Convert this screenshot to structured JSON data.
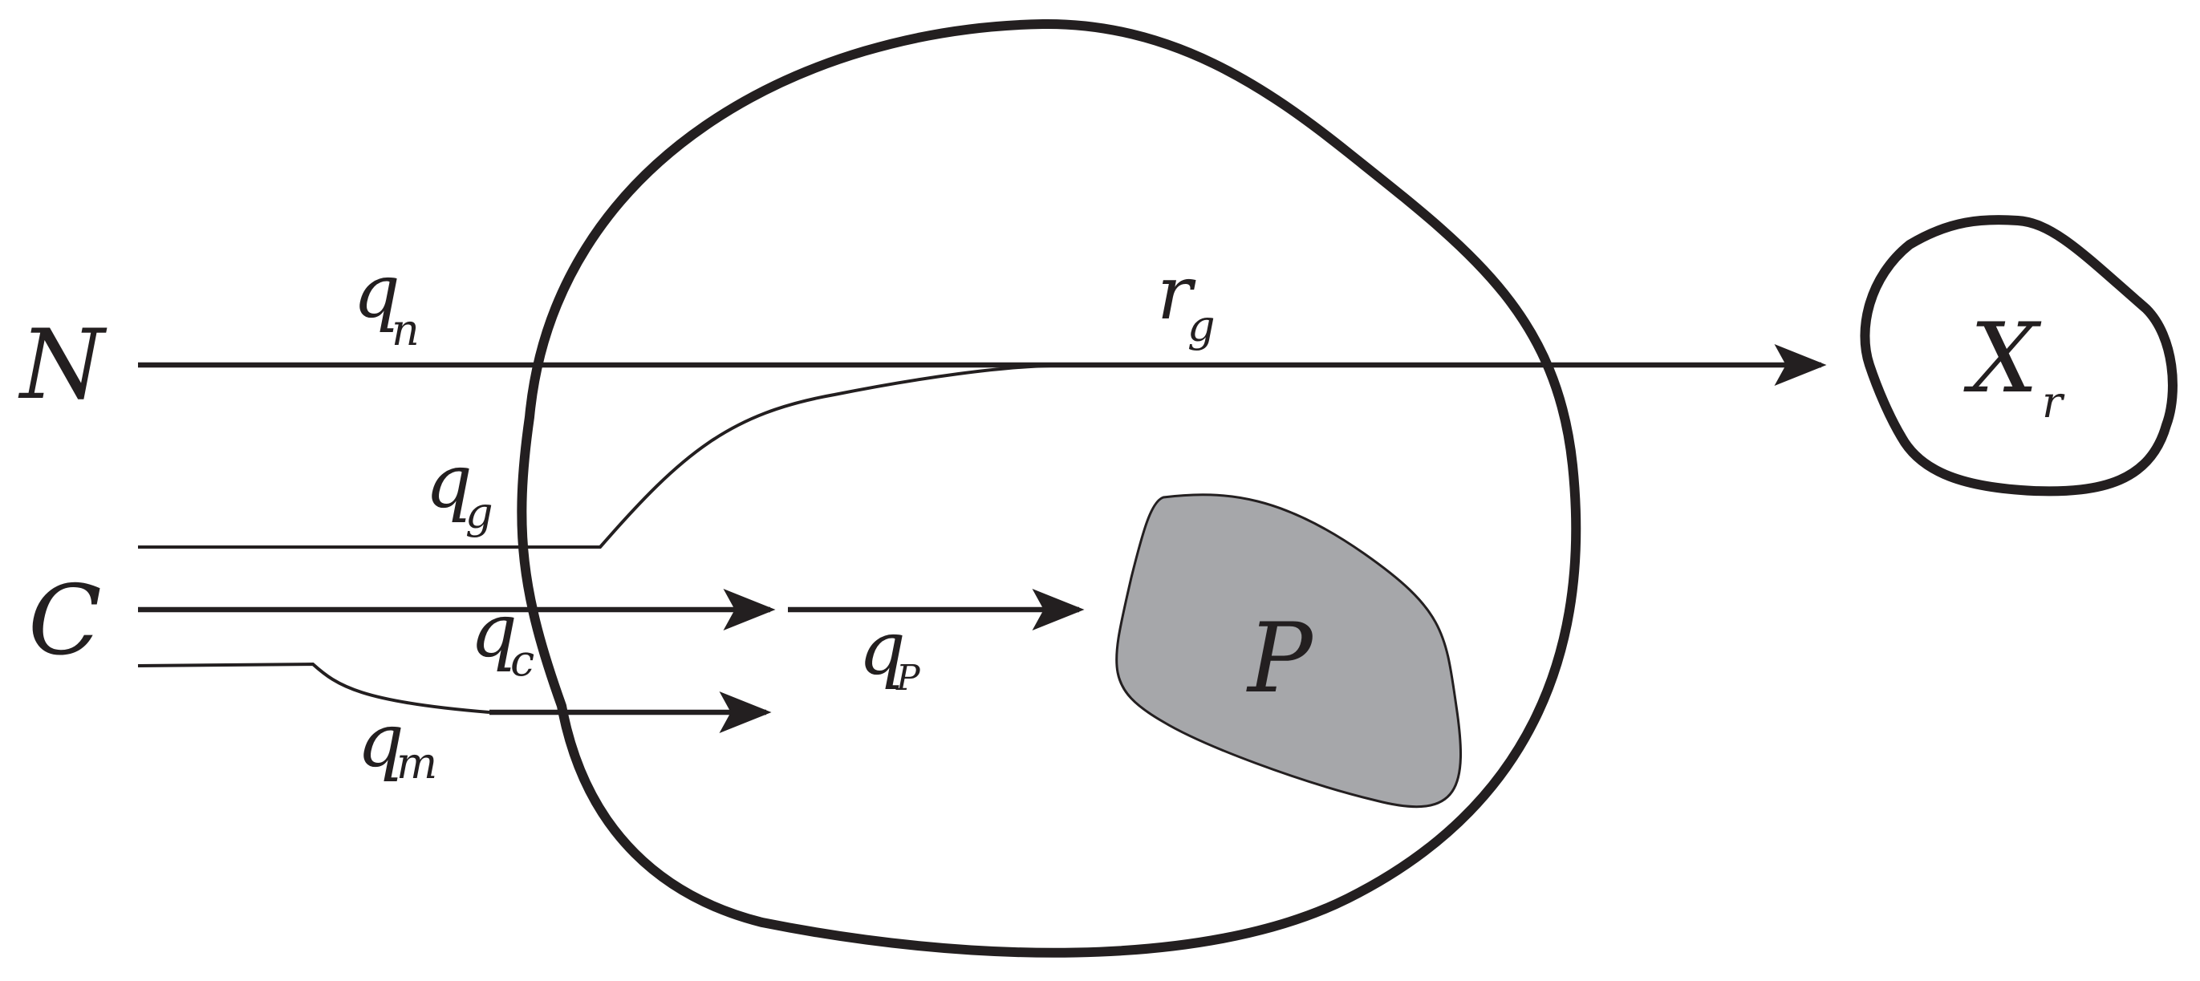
{
  "diagram": {
    "labels": {
      "N": "N",
      "C": "C",
      "P": "P",
      "X": "X",
      "X_sub": "r"
    },
    "flows": {
      "qn": {
        "main": "q",
        "sub": "n"
      },
      "rg": {
        "main": "r",
        "sub": "g"
      },
      "qg": {
        "main": "q",
        "sub": "g"
      },
      "qc": {
        "main": "q",
        "sub": "c"
      },
      "qP": {
        "main": "q",
        "sub": "P"
      },
      "qm": {
        "main": "q",
        "sub": "m"
      }
    },
    "colors": {
      "stroke": "#231f20",
      "pool_fill": "#a6a7aa",
      "background": "#ffffff"
    }
  }
}
